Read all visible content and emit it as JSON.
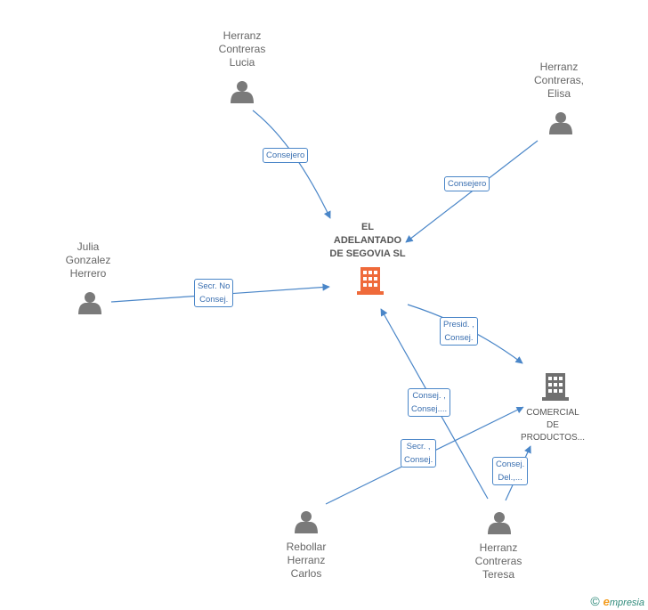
{
  "colors": {
    "edge": "#4a86c8",
    "person_icon": "#7a7a7a",
    "main_company": "#ef6a3a",
    "company": "#707070"
  },
  "nodes": {
    "lucia": "Herranz\nContreras\nLucia",
    "elisa": "Herranz\nContreras,\nElisa",
    "julia": "Julia\nGonzalez\nHerrero",
    "main_company": "EL\nADELANTADO\nDE SEGOVIA SL",
    "comercial": "COMERCIAL\nDE\nPRODUCTOS...",
    "carlos": "Rebollar\nHerranz\nCarlos",
    "teresa": "Herranz\nContreras\nTeresa"
  },
  "edges": {
    "lucia": "Consejero",
    "elisa": "Consejero",
    "julia": "Secr.  No\nConsej.",
    "main_to_comercial": "Presid. ,\nConsej.",
    "teresa_main": "Consej. ,\nConsej....",
    "carlos_comercial": "Secr. ,\nConsej.",
    "teresa_comercial": "Consej.\nDel.,..."
  },
  "brand": {
    "symbol": "©",
    "e": "e",
    "rest": "mpresia"
  }
}
